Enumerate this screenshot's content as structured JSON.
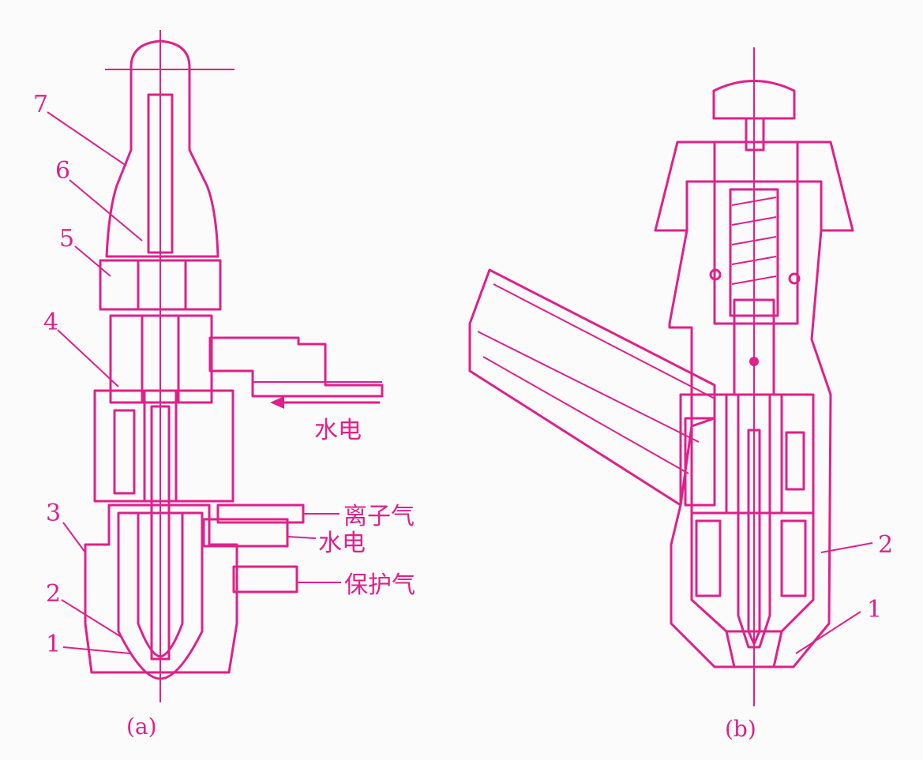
{
  "colors": {
    "ink": "#e0208a",
    "background": "#fbfbfb"
  },
  "figure_a": {
    "caption": "(a)",
    "part_labels": [
      "7",
      "6",
      "5",
      "4",
      "3",
      "2",
      "1"
    ],
    "inputs": {
      "water_power_top": "水电",
      "plasma_gas": "离子气",
      "water_power": "水电",
      "shield_gas": "保护气"
    }
  },
  "figure_b": {
    "caption": "(b)",
    "part_labels": [
      "2",
      "1"
    ]
  }
}
